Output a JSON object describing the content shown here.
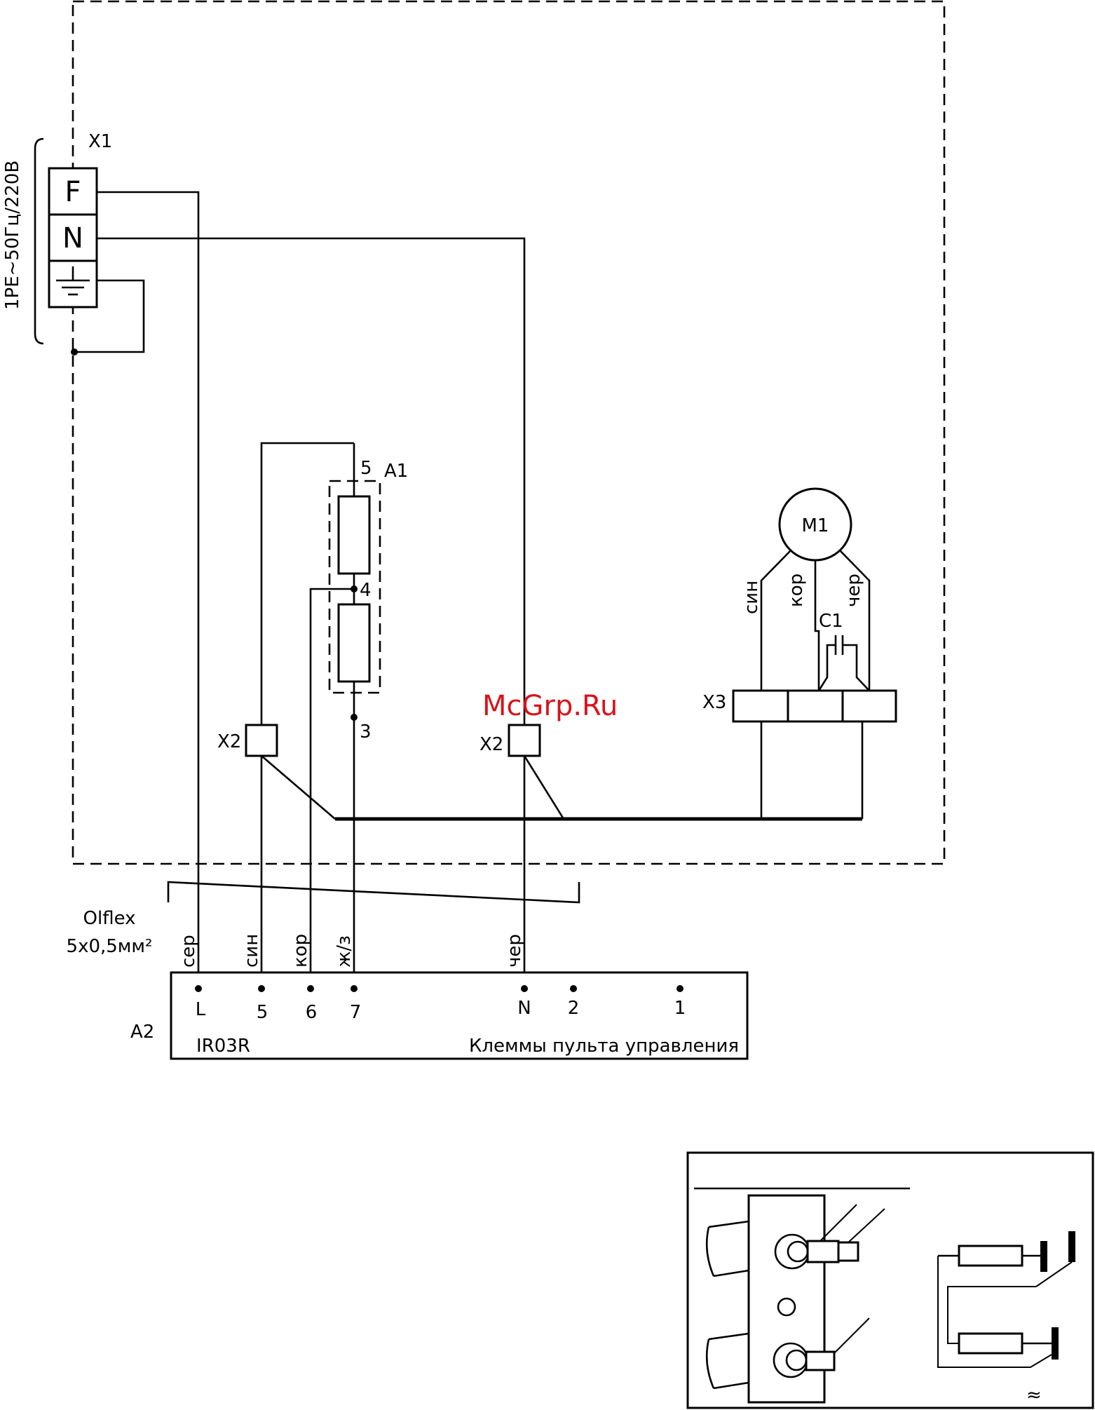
{
  "labels": {
    "x1": "X1",
    "terminal_f": "F",
    "terminal_n": "N",
    "supply": "1PE~50Гц/220В",
    "a1": "A1",
    "a1_pin5": "5",
    "a1_pin4": "4",
    "a1_pin3": "3",
    "x2_left": "X2",
    "x2_right": "X2",
    "m1": "M1",
    "c1": "C1",
    "x3": "X3",
    "motor_wire_blue": "син",
    "motor_wire_brown": "кор",
    "motor_wire_black": "чер",
    "cable_name": "Olflex",
    "cable_spec": "5x0,5мм²",
    "wire_gray": "сер",
    "wire_blue": "син",
    "wire_brown": "кор",
    "wire_yg": "ж/з",
    "wire_black": "чер",
    "a2": "A2",
    "a2_model": "IR03R",
    "a2_title": "Клеммы пульта управления",
    "term_l": "L",
    "term_5": "5",
    "term_6": "6",
    "term_7": "7",
    "term_n": "N",
    "term_2": "2",
    "term_1": "1",
    "approx": "≈"
  },
  "watermark": "McGrp.Ru",
  "colors": {
    "line": "#000000",
    "watermark": "#d8131b",
    "background": "#ffffff"
  }
}
